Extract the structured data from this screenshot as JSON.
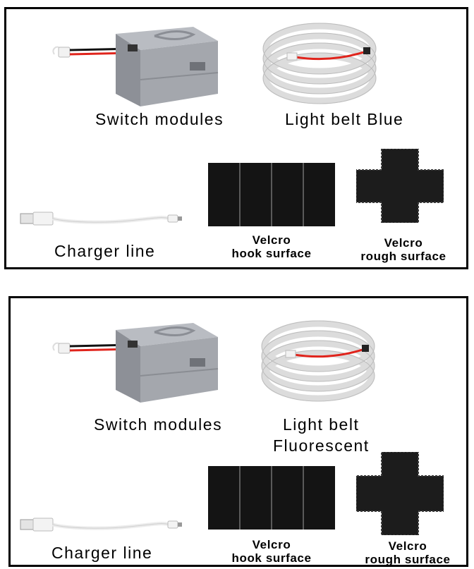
{
  "panels": [
    {
      "switch_label": "Switch modules",
      "belt_label": "Light belt  Blue",
      "charger_label": "Charger line",
      "velcro_hook_line1": "Velcro",
      "velcro_hook_line2": "hook surface",
      "velcro_rough_line1": "Velcro",
      "velcro_rough_line2": "rough surface"
    },
    {
      "switch_label": "Switch modules",
      "belt_label_line1": "Light belt",
      "belt_label_line2": "Fluorescent",
      "charger_label": "Charger line",
      "velcro_hook_line1": "Velcro",
      "velcro_hook_line2": "hook surface",
      "velcro_rough_line1": "Velcro",
      "velcro_rough_line2": "rough surface"
    }
  ]
}
